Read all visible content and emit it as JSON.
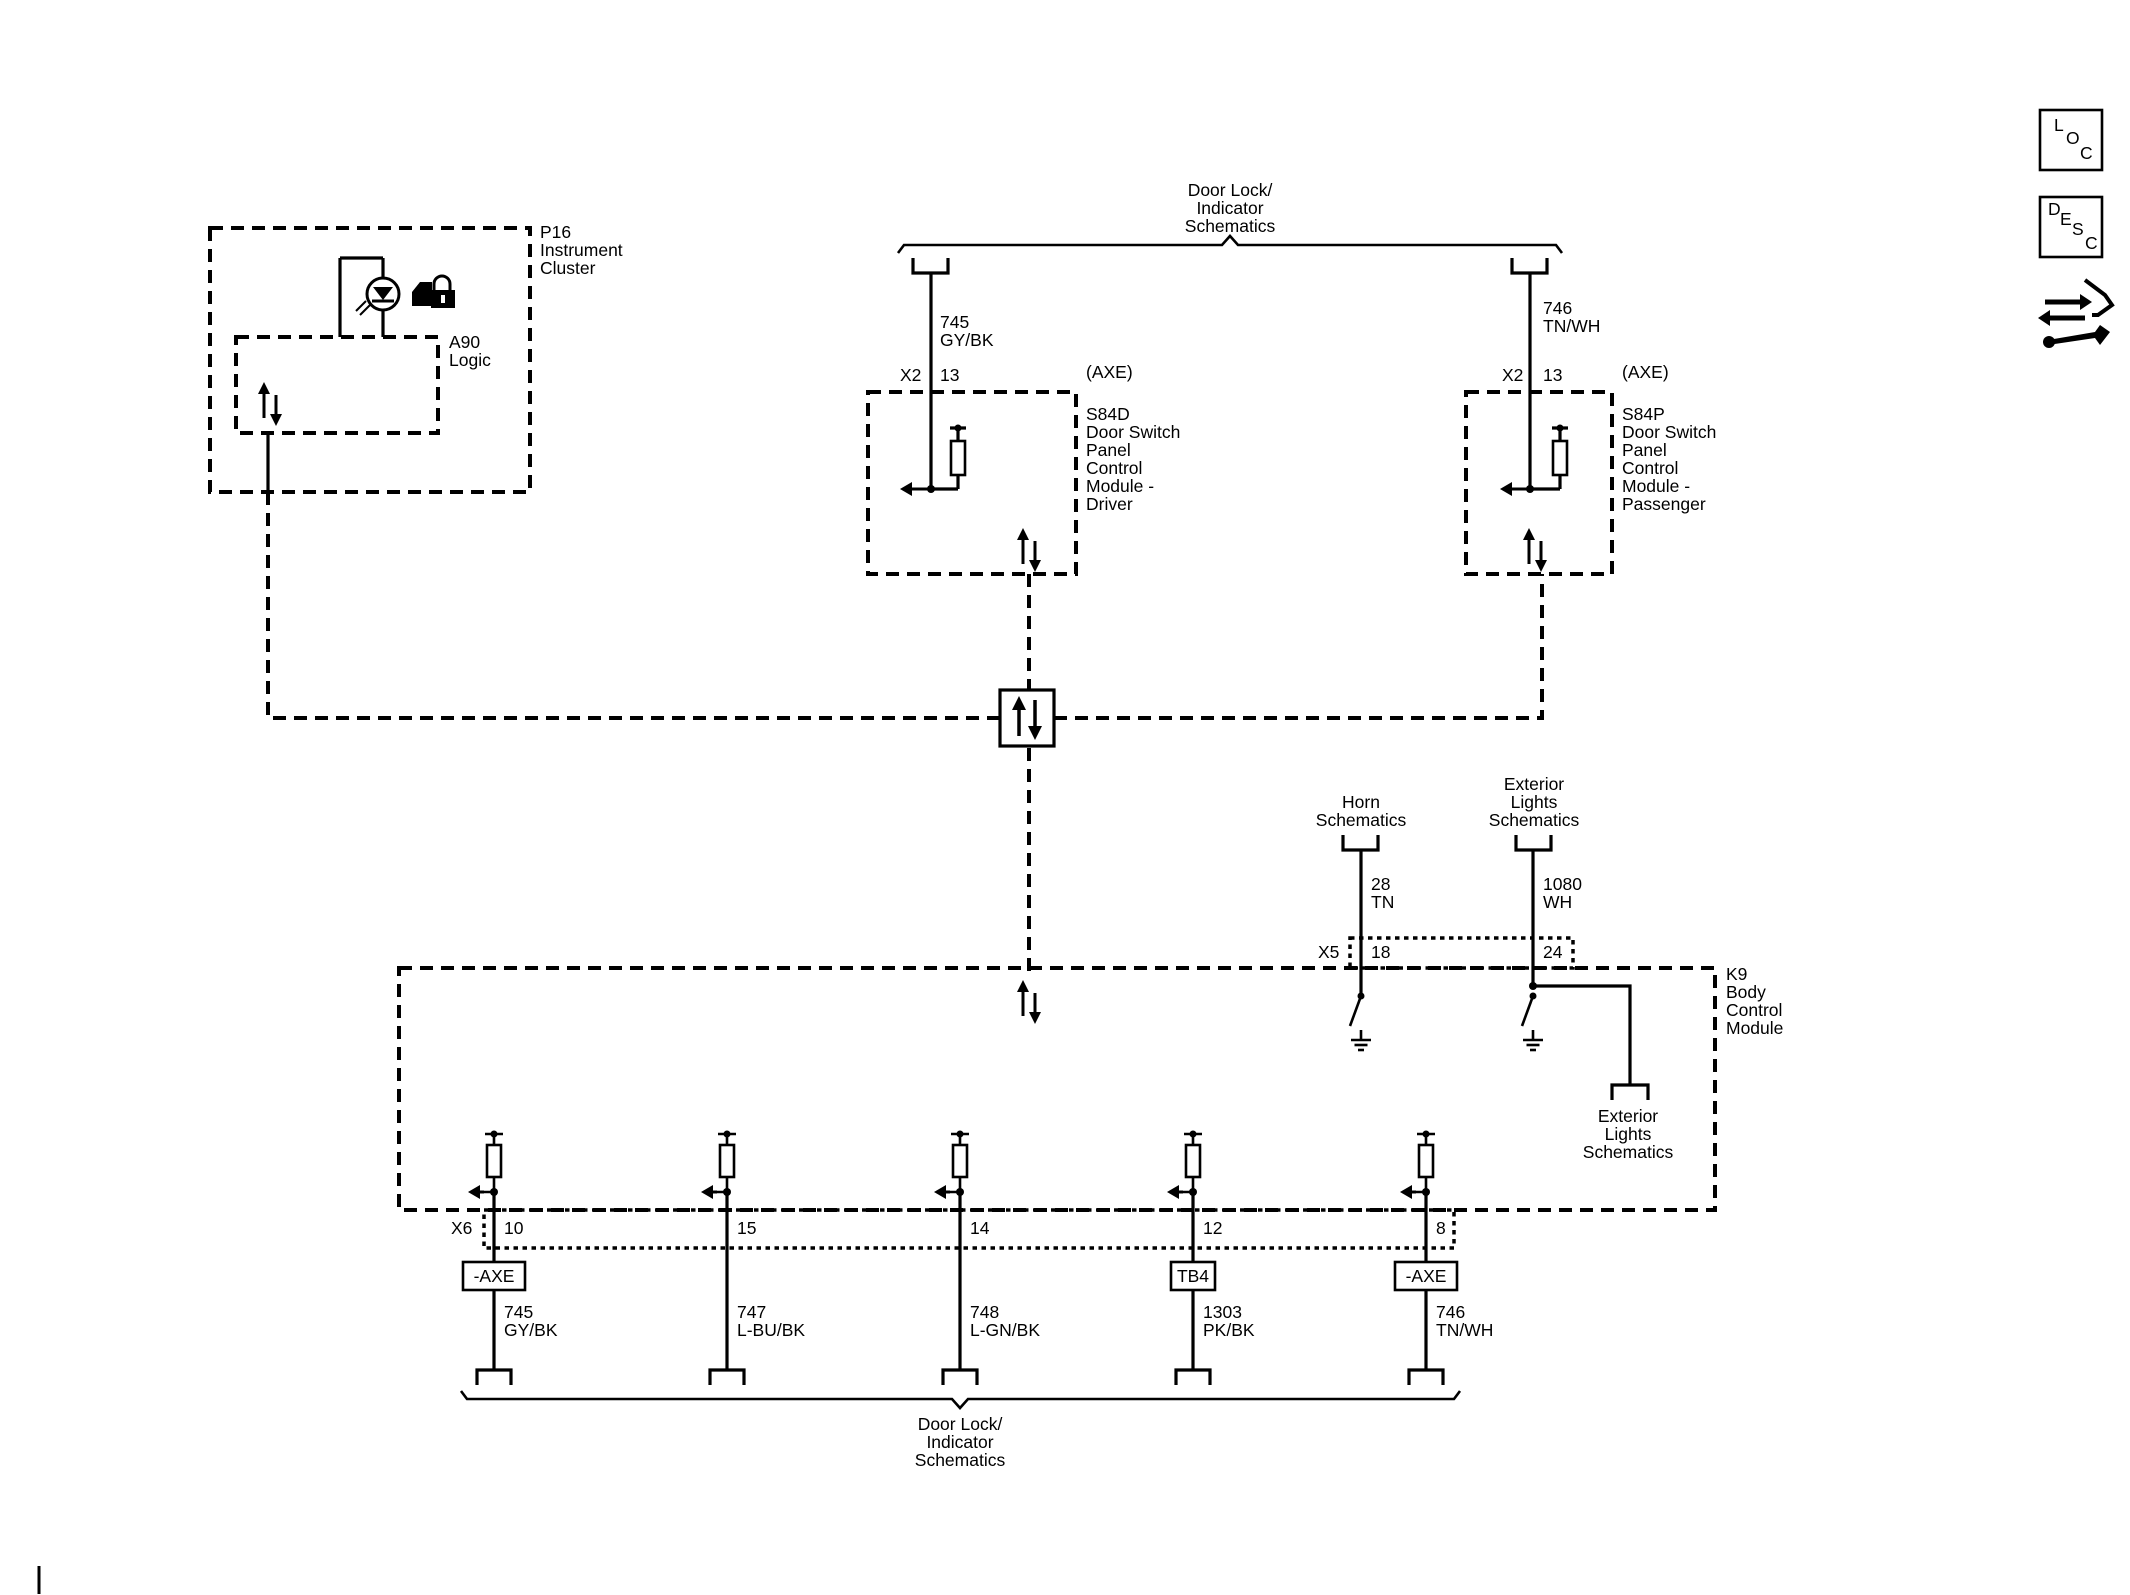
{
  "nav_icons": {
    "loc": [
      "L",
      "O",
      "C"
    ],
    "desc": [
      "D",
      "E",
      "S",
      "C"
    ],
    "service_icon": "connector-wrench-icon"
  },
  "top_group": {
    "line1": "Door Lock/",
    "line2": "Indicator",
    "line3": "Schematics"
  },
  "p16": {
    "line1": "P16",
    "line2": "Instrument",
    "line3": "Cluster",
    "a90_line1": "A90",
    "a90_line2": "Logic",
    "indicator_icons": [
      "led-indicator-icon",
      "door-lock-icon"
    ]
  },
  "s84d": {
    "axe": "(AXE)",
    "lines": [
      "S84D",
      "Door Switch",
      "Panel",
      "Control",
      "Module -",
      "Driver"
    ],
    "connector": "X2",
    "pin": "13",
    "circuit": "745",
    "color": "GY/BK"
  },
  "s84p": {
    "axe": "(AXE)",
    "lines": [
      "S84P",
      "Door Switch",
      "Panel",
      "Control",
      "Module -",
      "Passenger"
    ],
    "connector": "X2",
    "pin": "13",
    "circuit": "746",
    "color": "TN/WH"
  },
  "horn": {
    "line1": "Horn",
    "line2": "Schematics",
    "circuit": "28",
    "color": "TN",
    "pin": "18"
  },
  "ext_top": {
    "line1": "Exterior",
    "line2": "Lights",
    "line3": "Schematics",
    "circuit": "1080",
    "color": "WH",
    "pin": "24"
  },
  "x5_label": "X5",
  "ext_right": {
    "line1": "Exterior",
    "line2": "Lights",
    "line3": "Schematics"
  },
  "k9": {
    "lines": [
      "K9",
      "Body",
      "Control",
      "Module"
    ]
  },
  "x6_label": "X6",
  "outputs": [
    {
      "pin": "10",
      "tag": "-AXE",
      "circuit": "745",
      "color": "GY/BK"
    },
    {
      "pin": "15",
      "tag": "",
      "circuit": "747",
      "color": "L-BU/BK"
    },
    {
      "pin": "14",
      "tag": "",
      "circuit": "748",
      "color": "L-GN/BK"
    },
    {
      "pin": "12",
      "tag": "TB4",
      "circuit": "1303",
      "color": "PK/BK"
    },
    {
      "pin": "8",
      "tag": "-AXE",
      "circuit": "746",
      "color": "TN/WH"
    }
  ],
  "bottom_group": {
    "line1": "Door Lock/",
    "line2": "Indicator",
    "line3": "Schematics"
  }
}
